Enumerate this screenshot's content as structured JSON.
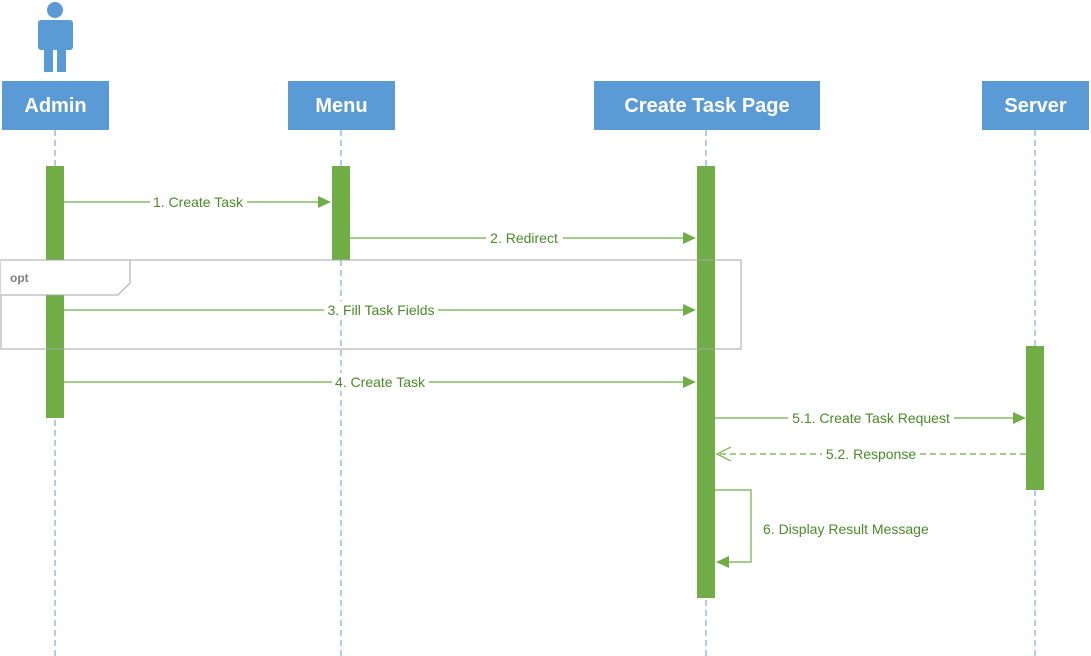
{
  "colors": {
    "lifeline_fill": "#5b9bd5",
    "lifeline_text": "#ffffff",
    "lifeline_dash": "#5b9bd5",
    "activation_fill": "#70ad47",
    "message_line": "#70ad47",
    "message_text": "#4a8a2a",
    "fragment_border": "#a6a6a6",
    "fragment_text": "#7f7f7f",
    "actor_fill": "#5b9bd5"
  },
  "lifelines": [
    {
      "id": "admin",
      "label": "Admin",
      "actor_icon": "person-icon"
    },
    {
      "id": "menu",
      "label": "Menu"
    },
    {
      "id": "createtask",
      "label": "Create Task Page"
    },
    {
      "id": "server",
      "label": "Server"
    }
  ],
  "fragment": {
    "operator": "opt"
  },
  "messages": [
    {
      "id": "m1",
      "label": "1. Create Task",
      "from": "admin",
      "to": "menu",
      "kind": "sync"
    },
    {
      "id": "m2",
      "label": "2. Redirect",
      "from": "menu",
      "to": "createtask",
      "kind": "sync"
    },
    {
      "id": "m3",
      "label": "3. Fill Task Fields",
      "from": "admin",
      "to": "createtask",
      "kind": "sync"
    },
    {
      "id": "m4",
      "label": "4. Create Task",
      "from": "admin",
      "to": "createtask",
      "kind": "sync"
    },
    {
      "id": "m5",
      "label": "5.1. Create Task Request",
      "from": "createtask",
      "to": "server",
      "kind": "sync"
    },
    {
      "id": "m6",
      "label": "5.2. Response",
      "from": "server",
      "to": "createtask",
      "kind": "return"
    },
    {
      "id": "m7",
      "label": "6. Display Result Message",
      "from": "createtask",
      "to": "createtask",
      "kind": "self"
    }
  ]
}
